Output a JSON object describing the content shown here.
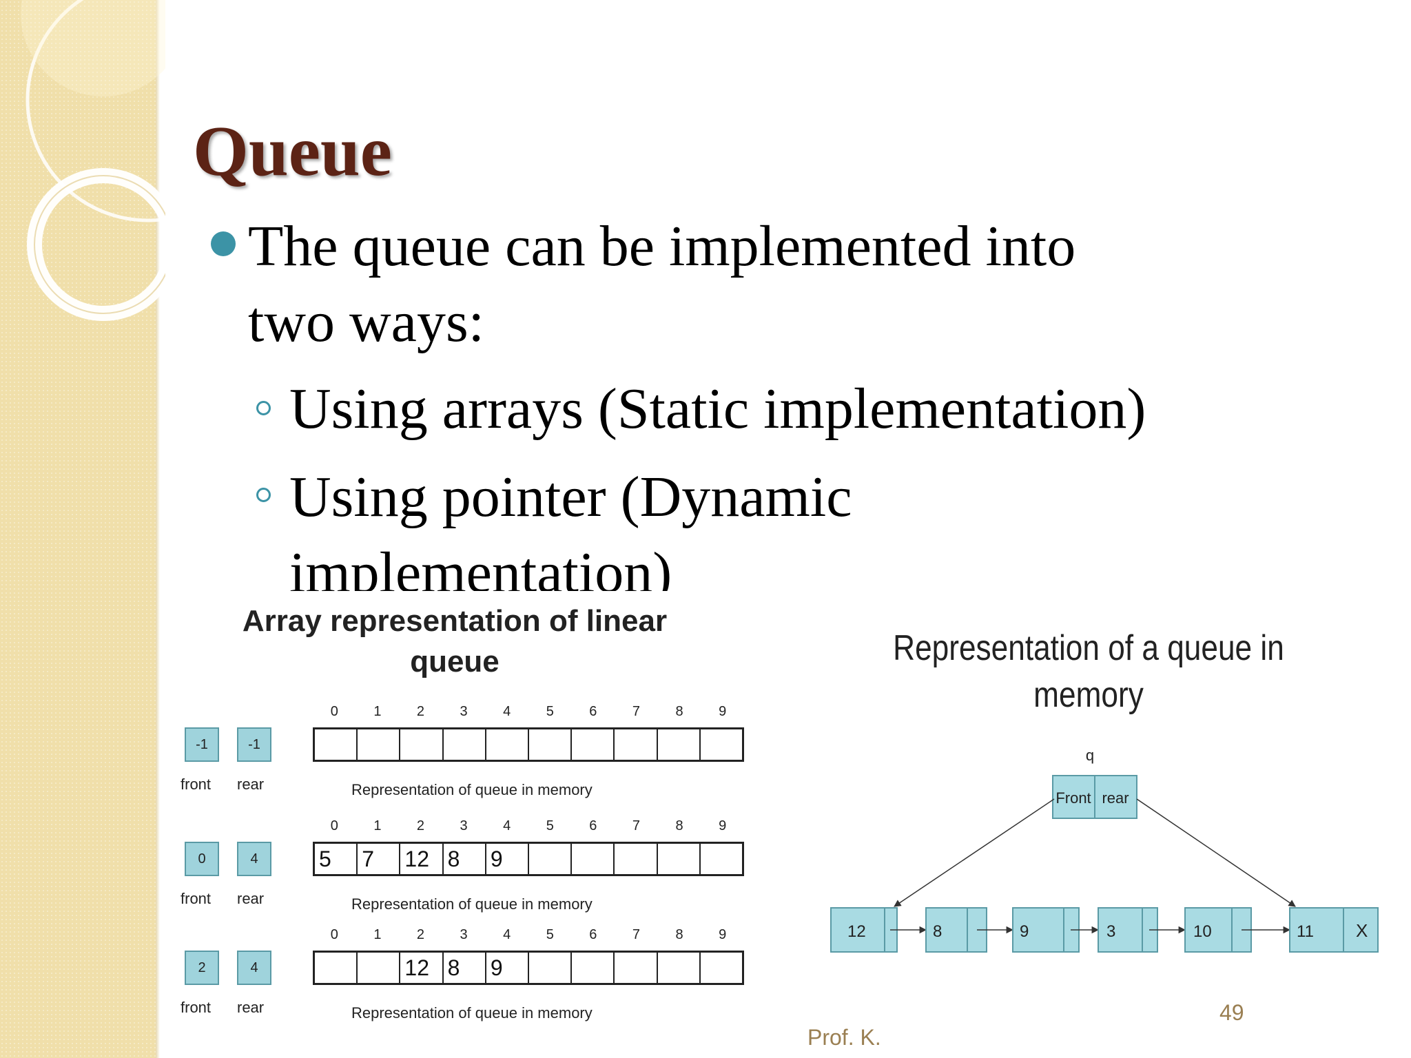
{
  "slide": {
    "title": "Queue",
    "bullet": {
      "line1": "The queue can be implemented into",
      "line2": "two ways:"
    },
    "sub_bullets": [
      {
        "line1": "Using arrays (Static implementation)"
      },
      {
        "line1": "Using pointer (Dynamic",
        "line2": "implementation)"
      }
    ],
    "page_number": "49",
    "author": "Prof. K."
  },
  "array_figure": {
    "title_line1": "Array representation  of linear",
    "title_line2": "queue",
    "indices": [
      "0",
      "1",
      "2",
      "3",
      "4",
      "5",
      "6",
      "7",
      "8",
      "9"
    ],
    "caption": "Representation of queue in memory",
    "front_label": "front",
    "rear_label": "rear",
    "rows": [
      {
        "front": "-1",
        "rear": "-1",
        "cells": [
          "",
          "",
          "",
          "",
          "",
          "",
          "",
          "",
          "",
          ""
        ]
      },
      {
        "front": "0",
        "rear": "4",
        "cells": [
          "5",
          "7",
          "12",
          "8",
          "9",
          "",
          "",
          "",
          "",
          ""
        ]
      },
      {
        "front": "2",
        "rear": "4",
        "cells": [
          "",
          "",
          "12",
          "8",
          "9",
          "",
          "",
          "",
          "",
          ""
        ]
      }
    ]
  },
  "memory_figure": {
    "title_line1": "Representation of a queue in",
    "title_line2": "memory",
    "pointer_label": "q",
    "front_label": "Front",
    "rear_label": "rear",
    "nodes": [
      "12",
      "8",
      "9",
      "3",
      "10",
      "11"
    ],
    "null_marker": "X"
  },
  "colors": {
    "title": "#5c2315",
    "bullet": "#3c93a6",
    "box_fill": "#9fd3dc",
    "footer": "#9a7f52"
  }
}
